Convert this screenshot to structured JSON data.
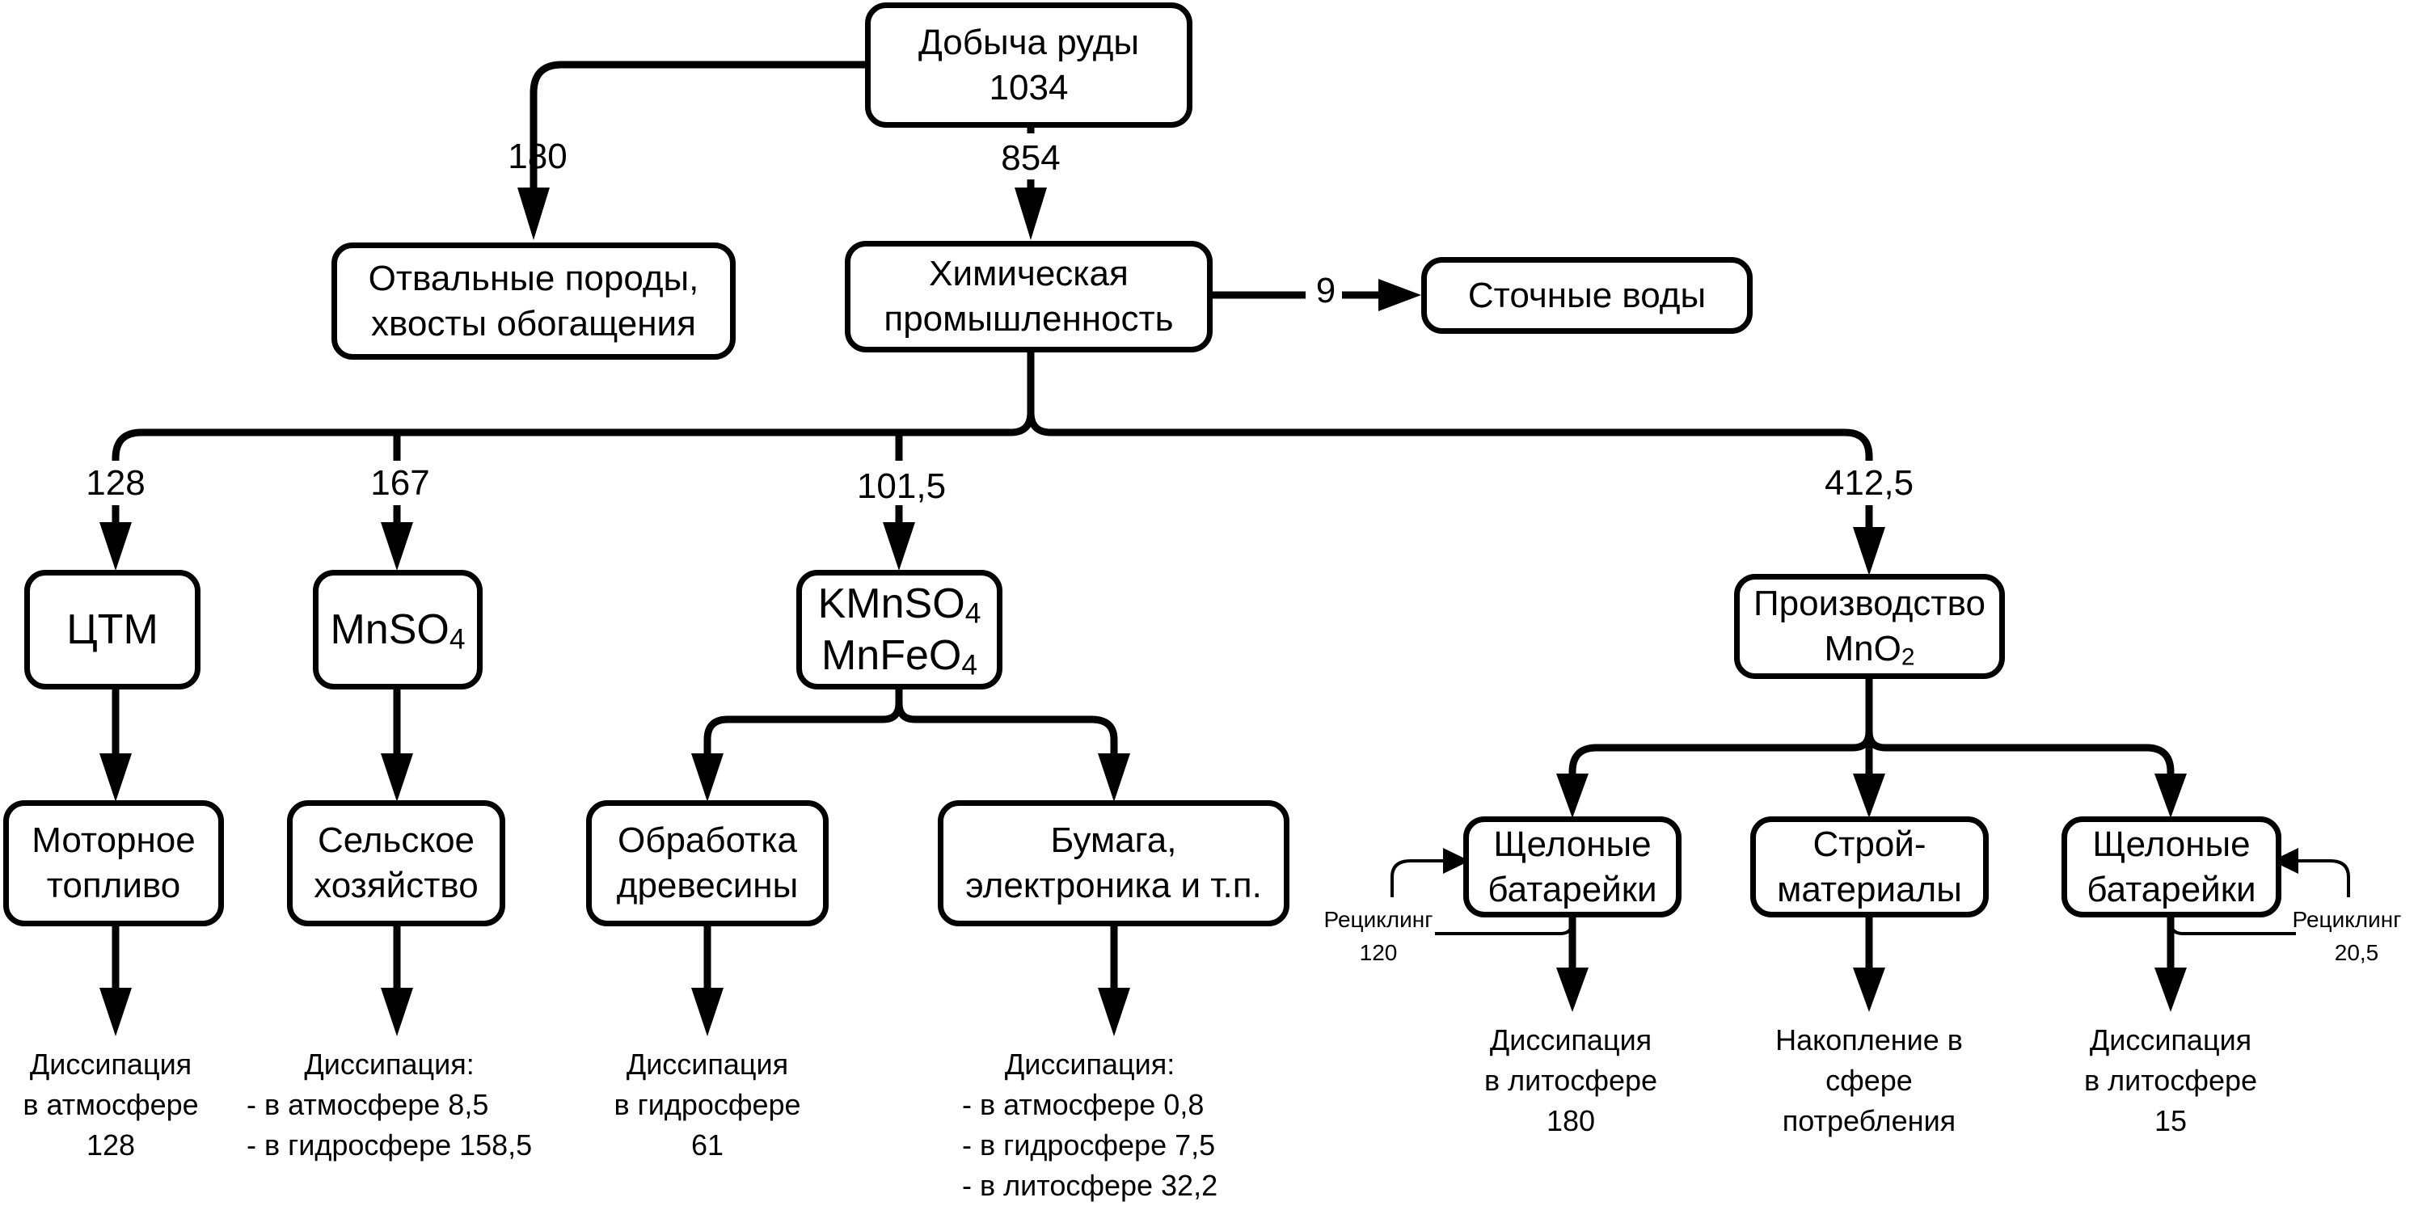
{
  "nodes": {
    "mining": {
      "line1": "Добыча руды",
      "line2": "1034"
    },
    "waste_rock": {
      "line1": "Отвальные породы,",
      "line2": "хвосты обогащения"
    },
    "chemical_industry": {
      "line1": "Химическая",
      "line2": "промышленность"
    },
    "wastewater": {
      "line1": "Сточные воды"
    },
    "ctm": {
      "line1": "ЦТМ"
    },
    "mnso4": {
      "base": "MnSO",
      "sub": "4"
    },
    "permanganate": {
      "l1_base": "KMnSO",
      "l1_sub": "4",
      "l2_base": "MnFeO",
      "l2_sub": "4"
    },
    "mno2": {
      "line1": "Производство",
      "l2_base": "MnO",
      "l2_sub": "2"
    },
    "motor_fuel": {
      "line1": "Моторное",
      "line2": "топливо"
    },
    "agriculture": {
      "line1": "Сельское",
      "line2": "хозяйство"
    },
    "wood": {
      "line1": "Обработка",
      "line2": "древесины"
    },
    "paper": {
      "line1": "Бумага,",
      "line2": "электроника и т.п."
    },
    "batteries_left": {
      "line1": "Щелоные",
      "line2": "батарейки"
    },
    "construction": {
      "line1": "Строй-",
      "line2": "материалы"
    },
    "batteries_right": {
      "line1": "Щелоные",
      "line2": "батарейки"
    }
  },
  "flows": {
    "to_waste": "180",
    "to_chemical": "854",
    "to_wastewater": "9",
    "to_ctm": "128",
    "to_mnso4": "167",
    "to_permanganate": "101,5",
    "to_mno2": "412,5"
  },
  "recycling": {
    "left": {
      "label": "Рециклинг",
      "value": "120"
    },
    "right": {
      "label": "Рециклинг",
      "value": "20,5"
    }
  },
  "outcomes": {
    "ctm": [
      "Диссипация",
      "в атмосфере",
      "128"
    ],
    "agriculture": [
      "Диссипация:",
      "- в атмосфере 8,5",
      "- в гидросфере 158,5"
    ],
    "wood": [
      "Диссипация",
      "в гидросфере",
      "61"
    ],
    "paper": [
      "Диссипация:",
      "- в атмосфере 0,8",
      "- в гидросфере 7,5",
      "- в литосфере 32,2"
    ],
    "batteries_left": [
      "Диссипация",
      "в литосфере",
      "180"
    ],
    "construction": [
      "Накопление в",
      "сфере",
      "потребления"
    ],
    "batteries_right": [
      "Диссипация",
      "в литосфере",
      "15"
    ]
  }
}
